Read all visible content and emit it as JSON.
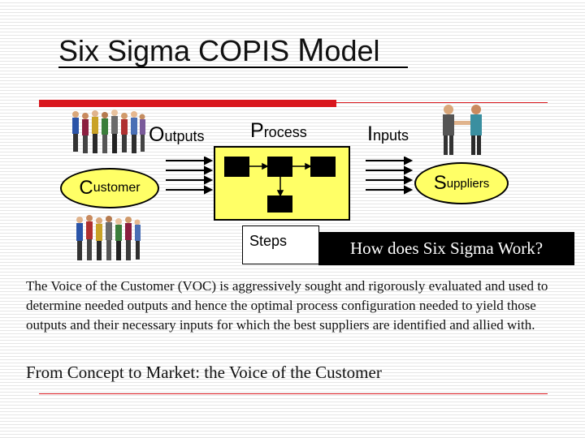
{
  "title": {
    "prefix": "Six Sigma COPIS ",
    "cap": "M",
    "rest": "odel"
  },
  "labels": {
    "outputs": {
      "cap": "O",
      "rest": "utputs"
    },
    "process": {
      "cap": "P",
      "rest": "rocess"
    },
    "inputs": {
      "cap": "I",
      "rest": "nputs"
    },
    "customer": {
      "cap": "C",
      "rest": "ustomer"
    },
    "suppliers": {
      "cap": "S",
      "rest": "uppliers"
    },
    "steps": "Steps"
  },
  "callout": "How does Six Sigma Work?",
  "body": "The Voice of the Customer (VOC) is aggressively sought and rigorously evaluated and used to determine needed outputs  and hence the optimal process configuration needed to yield those outputs and their necessary inputs for which the best suppliers are identified and allied with.",
  "subtitle": "From Concept to Market: the Voice of the Customer",
  "colors": {
    "accent_red": "#d9161d",
    "yellow": "#ffff66",
    "black": "#000000"
  },
  "icons": [
    "people-group-icon",
    "handshake-icon",
    "arrow-right-icon"
  ]
}
